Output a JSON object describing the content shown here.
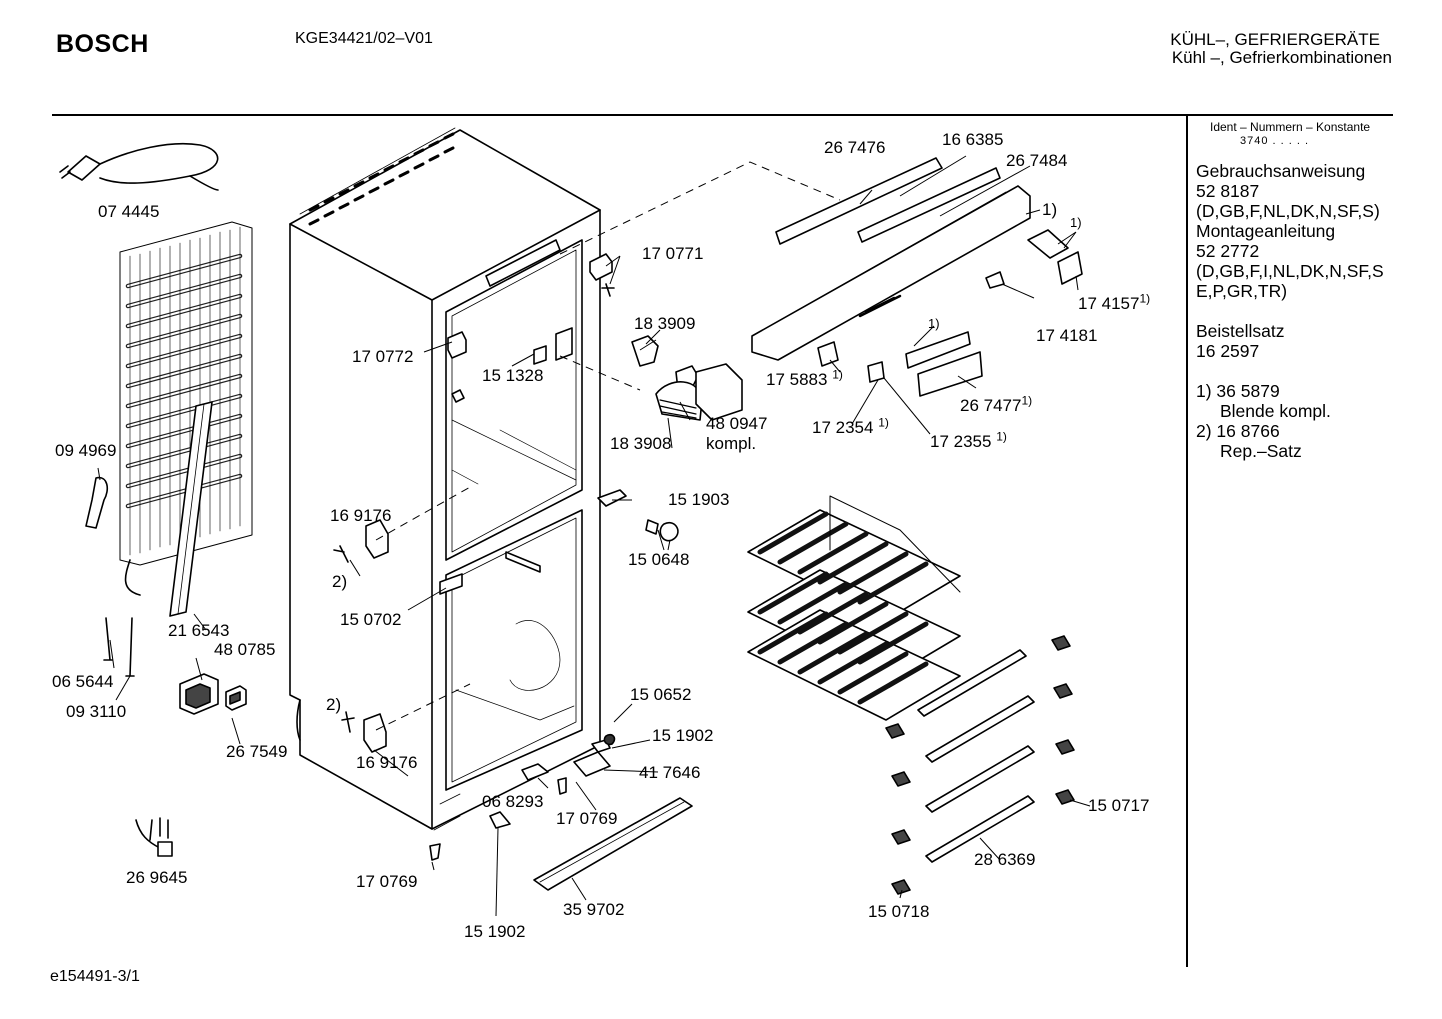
{
  "header": {
    "brand": "BOSCH",
    "model": "KGE34421/02–V01",
    "category_upper": "KÜHL–, GEFRIERGERÄTE",
    "category_lower": "Kühl –, Gefrierkombinationen"
  },
  "sidebar": {
    "heading": "Ident – Nummern – Konstante",
    "constant": "3740 . . . . .",
    "lines": [
      "Gebrauchsanweisung",
      "52 8187",
      "(D,GB,F,NL,DK,N,SF,S)",
      "Montageanleitung",
      "52 2772",
      "(D,GB,F,I,NL,DK,N,SF,S",
      "E,P,GR,TR)",
      "Beistellsatz",
      "16 2597",
      "1) 36 5879",
      "Blende kompl.",
      "2) 16 8766",
      "Rep.–Satz"
    ]
  },
  "parts": {
    "p074445": "07 4445",
    "p094969": "09 4969",
    "p216543": "21 6543",
    "p065644": "06 5644",
    "p093110": "09 3110",
    "p480785": "48 0785",
    "p267549": "26 7549",
    "p269645": "26 9645",
    "p170772": "17 0772",
    "p151328": "15 1328",
    "p169176a": "16 9176",
    "p169176b": "16 9176",
    "p150702": "15 0702",
    "p170769a": "17 0769",
    "p170769b": "17 0769",
    "p068293": "06 8293",
    "p151902a": "15 1902",
    "p151902b": "15 1902",
    "p359702": "35 9702",
    "p417646": "41 7646",
    "p150652": "15 0652",
    "p151903": "15 1903",
    "p150648": "15 0648",
    "p170771": "17 0771",
    "p183909": "18 3909",
    "p183908": "18 3908",
    "p480947": "48 0947",
    "kompl": "kompl.",
    "p267476": "26 7476",
    "p166385": "16 6385",
    "p267484": "26 7484",
    "p174157": "17 4157",
    "p174181": "17 4181",
    "p175883": "17 5883",
    "p172354": "17 2354",
    "p172355": "17 2355",
    "p267477": "26 7477",
    "p150717": "15 0717",
    "p286369": "28 6369",
    "p150718": "15 0718",
    "note1": "1)",
    "note2": "2)"
  },
  "footer": {
    "doc_id": "e154491-3/1"
  }
}
